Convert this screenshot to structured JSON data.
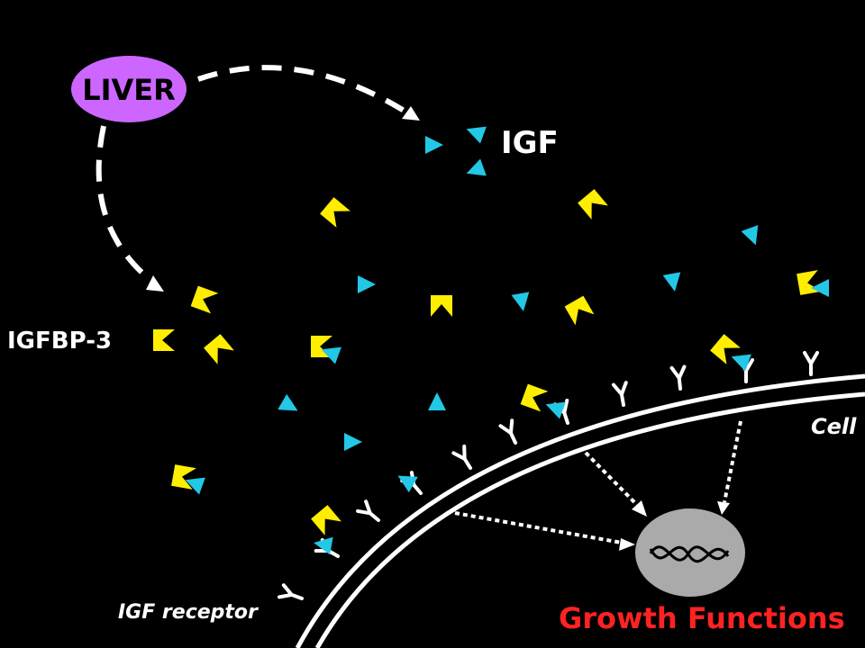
{
  "labels": {
    "liver": "LIVER",
    "igf": "IGF",
    "igfbp3": "IGFBP-3",
    "cell": "Cell",
    "igf_receptor": "IGF receptor",
    "growth_functions": "Growth Functions"
  },
  "colors": {
    "background": "#000000",
    "liver_fill": "#cc66ff",
    "igf": "#22c8e6",
    "igfbp3": "#ffee00",
    "nucleus": "#aaaaaa",
    "growth_text": "#ff2222",
    "lines": "#ffffff"
  },
  "icons": {
    "igf": "triangle-icon",
    "igfbp3": "notched-square-icon",
    "receptor": "y-receptor-icon",
    "dna": "dna-helix-icon"
  }
}
